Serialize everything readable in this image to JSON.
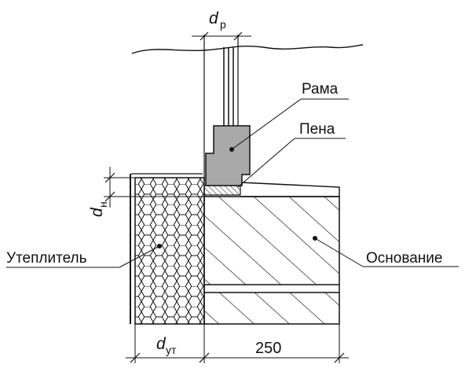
{
  "labels": {
    "frame": "Рама",
    "foam": "Пена",
    "insulation": "Утеплитель",
    "base": "Основание"
  },
  "dimensions": {
    "d_p": {
      "symbol": "d",
      "subscript": "р"
    },
    "d_n": {
      "symbol": "d",
      "subscript": "н"
    },
    "d_ut": {
      "symbol": "d",
      "subscript": "ут"
    },
    "base_width": "250"
  },
  "colors": {
    "frame_fill": "#a9a9a9",
    "line": "#111111"
  }
}
